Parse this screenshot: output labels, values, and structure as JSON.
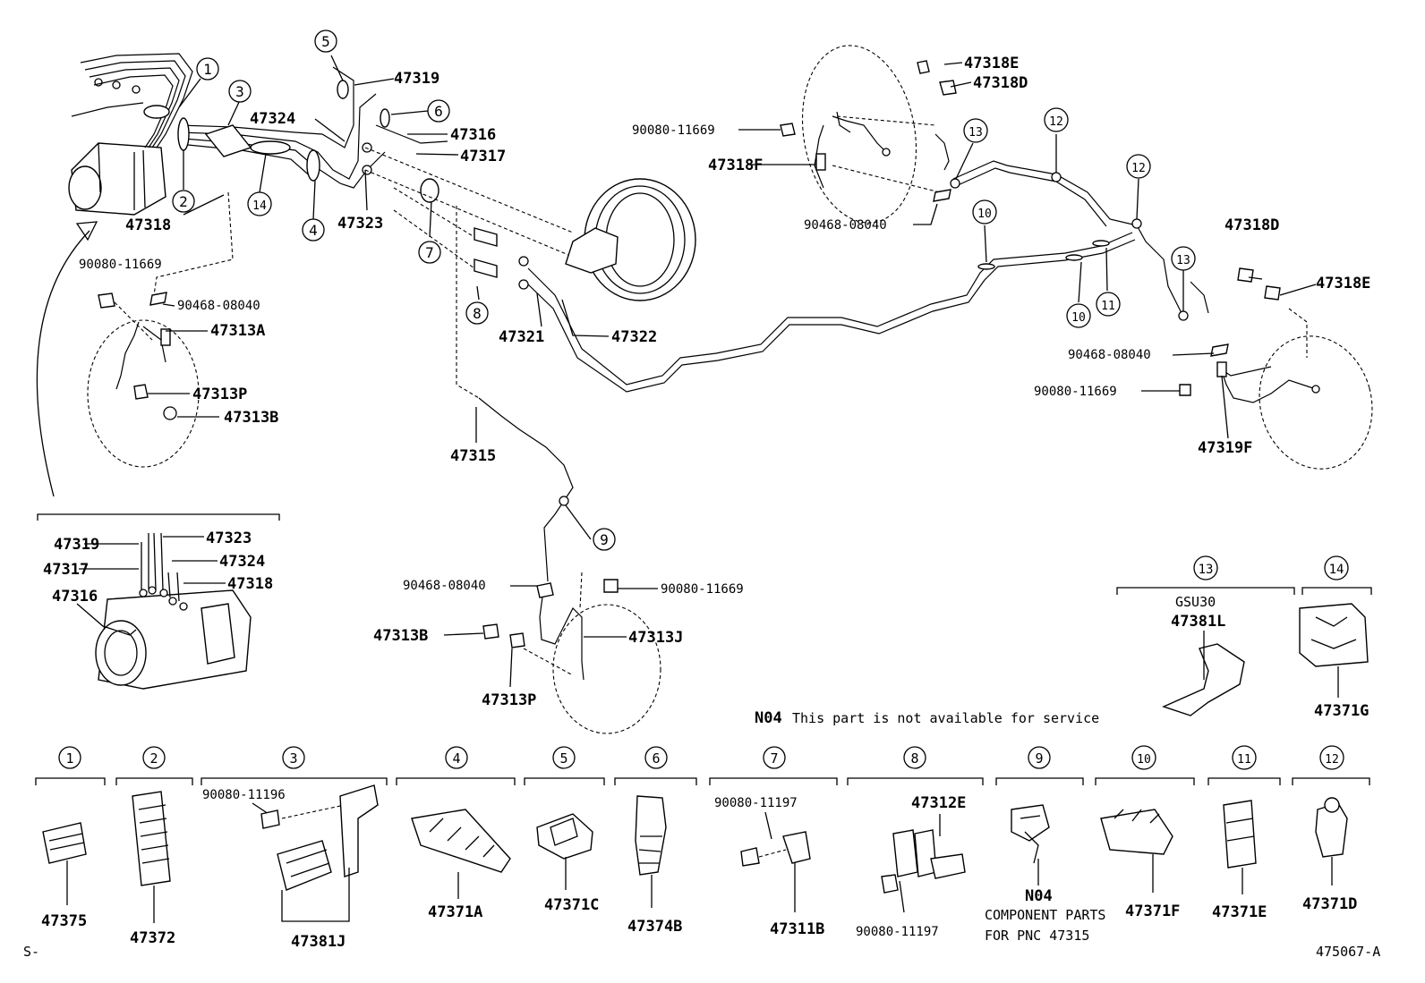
{
  "diagram_id": "475067-A",
  "corner_mark": "S-",
  "note": {
    "code": "N04",
    "text": "This part is not available for service"
  },
  "top_labels": {
    "p47319": "47319",
    "p47324": "47324",
    "p47316": "47316",
    "p47317": "47317",
    "p47318": "47318",
    "p47323": "47323",
    "p47321": "47321",
    "p47322": "47322",
    "p47315": "47315",
    "p47318E": "47318E",
    "p47318D_top": "47318D",
    "p90080_top": "90080-11669",
    "p47318F": "47318F",
    "p90468_top": "90468-08040",
    "p47318D_right": "47318D",
    "p47318E_right": "47318E",
    "p90468_right": "90468-08040",
    "p90080_right": "90080-11669",
    "p47319F": "47319F",
    "p90080_left": "90080-11669",
    "p90468_left": "90468-08040",
    "p47313A": "47313A",
    "p47313P_left": "47313P",
    "p47313B_left": "47313B",
    "p90468_mid": "90468-08040",
    "p90080_mid": "90080-11669",
    "p47313B_mid": "47313B",
    "p47313J": "47313J",
    "p47313P_mid": "47313P"
  },
  "inset_labels": {
    "p47319": "47319",
    "p47323": "47323",
    "p47317": "47317",
    "p47324": "47324",
    "p47316": "47316",
    "p47318": "47318"
  },
  "callouts": {
    "c1": "1",
    "c2": "2",
    "c3": "3",
    "c4": "4",
    "c5": "5",
    "c6": "6",
    "c7": "7",
    "c8": "8",
    "c9": "9",
    "c10a": "10",
    "c10b": "10",
    "c11": "11",
    "c12a": "12",
    "c12b": "12",
    "c13a": "13",
    "c13b": "13",
    "c14": "14"
  },
  "legend_top": {
    "g13": {
      "num": "13",
      "sub": "GSU30",
      "part": "47381L"
    },
    "g14": {
      "num": "14",
      "part": "47371G"
    }
  },
  "legend": [
    {
      "num": "1",
      "part": "47375"
    },
    {
      "num": "2",
      "part": "47372"
    },
    {
      "num": "3",
      "part": "47381J",
      "bolt": "90080-11196"
    },
    {
      "num": "4",
      "part": "47371A"
    },
    {
      "num": "5",
      "part": "47371C"
    },
    {
      "num": "6",
      "part": "47374B"
    },
    {
      "num": "7",
      "part": "47311B",
      "bolt": "90080-11197"
    },
    {
      "num": "8",
      "part": "47312E",
      "bolt": "90080-11197"
    },
    {
      "num": "9",
      "part": "N04",
      "sub1": "COMPONENT PARTS",
      "sub2": "FOR PNC 47315"
    },
    {
      "num": "10",
      "part": "47371F"
    },
    {
      "num": "11",
      "part": "47371E"
    },
    {
      "num": "12",
      "part": "47371D"
    }
  ]
}
